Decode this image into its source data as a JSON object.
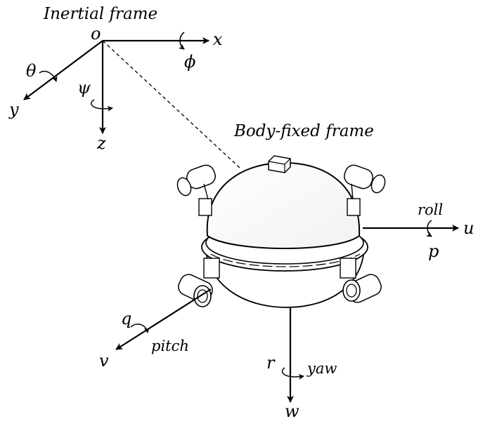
{
  "diagram": {
    "inertial_frame": {
      "title": "Inertial frame",
      "origin": "o",
      "axes": {
        "x": "x",
        "y": "y",
        "z": "z"
      },
      "rotations": {
        "about_x": "ϕ",
        "about_y": "θ",
        "about_z": "ψ"
      }
    },
    "body_frame": {
      "title": "Body-fixed frame",
      "axes": {
        "u": "u",
        "v": "v",
        "w": "w"
      },
      "rates": {
        "p": "p",
        "q": "q",
        "r": "r"
      },
      "motions": {
        "roll": "roll",
        "pitch": "pitch",
        "yaw": "yaw"
      }
    }
  }
}
